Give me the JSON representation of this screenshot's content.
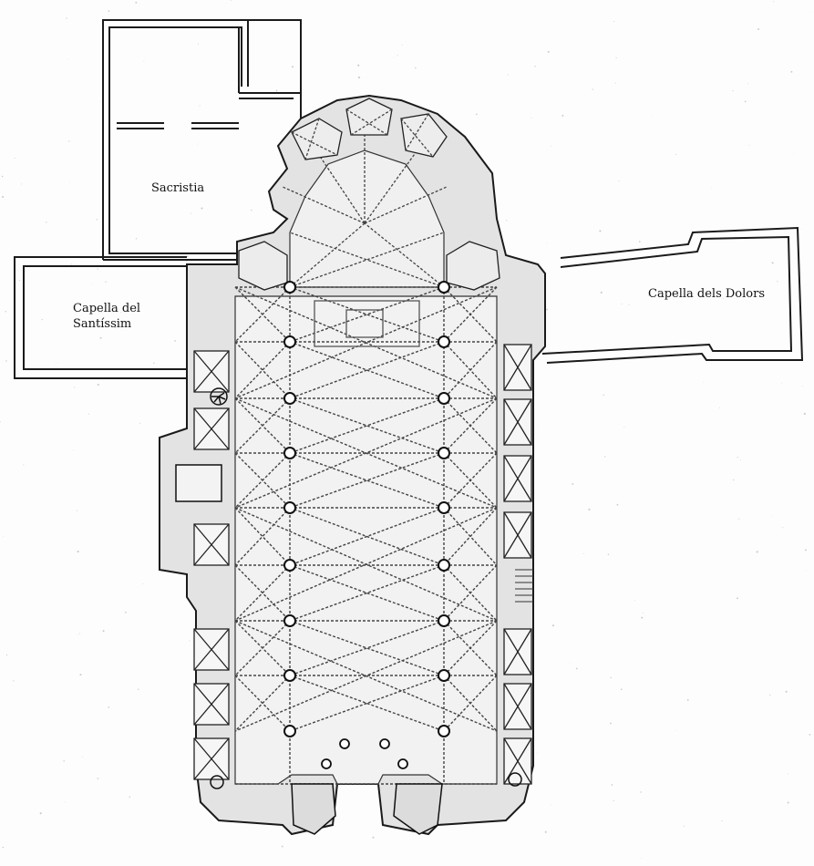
{
  "labels": {
    "sacristia": "Sacristia",
    "capella_santissim_line1": "Capella del",
    "capella_santissim_line2": "Santíssim",
    "capella_dolors": "Capella dels Dolors"
  },
  "colors": {
    "wall": "#1a1a1a",
    "wall_fill": "#d9d9d9",
    "vault_line": "#444444",
    "pillar": "#222222",
    "background": "#fdfdfd"
  }
}
